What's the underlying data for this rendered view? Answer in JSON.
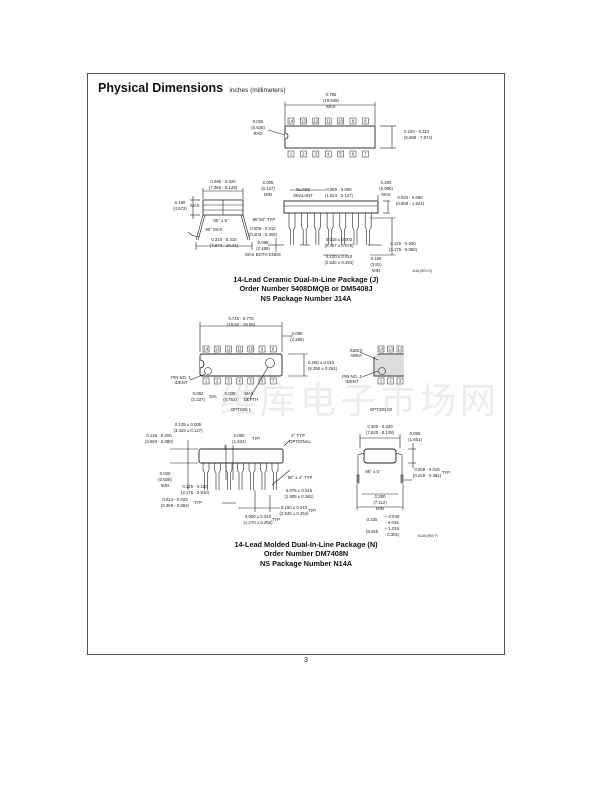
{
  "page": {
    "heading": "Physical Dimensions",
    "heading_units": "inches (millimeters)",
    "page_number": "3",
    "watermark": "维库电子市场网"
  },
  "package_j": {
    "caption_line1": "14-Lead Ceramic Dual-In-Line Package (J)",
    "caption_line2": "Order Number 5408DMQB or DM5408J",
    "caption_line3": "NS Package Number J14A",
    "drawing_id": "J14A (REV G)",
    "top_pins": [
      "14",
      "13",
      "12",
      "11",
      "10",
      "9",
      "8"
    ],
    "bottom_pins": [
      "1",
      "2",
      "3",
      "4",
      "5",
      "6",
      "7"
    ],
    "dims": {
      "length_in": "0.785",
      "length_mm": "(19.939)",
      "length_note": "MAX",
      "rad_in": "0.025",
      "rad_mm": "(0.635)",
      "rad_note": "RAD",
      "width_in": "0.220 - 0.310",
      "width_mm": "(5.588 - 7.874)",
      "row_spacing_in": "0.290 - 0.320",
      "row_spacing_mm": "(7.366 - 8.128)",
      "height_in": "0.180",
      "height_mm": "(4.572)",
      "height_note": "MAX",
      "angle1": "95° ± 5°",
      "angle2": "90° MAX",
      "lead_span_in": "0.310 - 0.410",
      "lead_span_mm": "(7.874 - 10.41)",
      "shoulder_in": "0.005",
      "shoulder_mm": "(0.127)",
      "shoulder_note": "MIN",
      "glass_note1": "GLASS",
      "glass_note2": "SEALANT",
      "pkg_w_in": "0.060 - 0.005",
      "pkg_w_mm": "(1.524 - 0.127)",
      "seat_in": "0.200",
      "seat_mm": "(5.080)",
      "seat_note": "MAX",
      "lead_thk_in": "0.020 - 0.060",
      "lead_thk_mm": "(0.508 - 1.524)",
      "angle3": "86°94° TYP",
      "lead_w_in": "0.008 - 0.012",
      "lead_w_mm": "(0.203 - 0.305)",
      "end_in": "0.098",
      "end_mm": "(2.489)",
      "end_note": "MAX BOTH ENDS",
      "lw_in": "0.018 ± 0.003",
      "lw_mm": "(0.457 ± 0.076)",
      "pitch_in": "0.100 ± 0.010",
      "pitch_mm": "(2.540 ± 0.254)",
      "lead_len_in": "0.125 - 0.200",
      "lead_len_mm": "(3.175 - 5.080)",
      "min_in": "0.150",
      "min_mm": "(3.81)",
      "min_note": "MIN"
    }
  },
  "package_n": {
    "caption_line1": "14-Lead Molded Dual-In-Line Package (N)",
    "caption_line2": "Order Number DM7408N",
    "caption_line3": "NS Package Number N14A",
    "drawing_id": "N14A (REV F)",
    "top_pins": [
      "14",
      "13",
      "12",
      "11",
      "10",
      "9",
      "8"
    ],
    "bottom_pins": [
      "1",
      "2",
      "3",
      "4",
      "5",
      "6",
      "7"
    ],
    "option2_top_pins": [
      "14",
      "13",
      "12"
    ],
    "option2_bottom_pins": [
      "1",
      "2",
      "3"
    ],
    "option1_label": "OPTION 1",
    "option2_label": "OPTION 02",
    "pin1_ident_line1": "PIN NO. 1",
    "pin1_ident_line2": "IDENT",
    "index_area_line1": "INDEX",
    "index_area_line2": "AREA",
    "dims": {
      "length_in": "0.740 - 0.770",
      "length_mm": "(18.80 - 19.56)",
      "end_in": "0.090",
      "end_mm": "(2.286)",
      "width_in": "0.250 ± 0.010",
      "width_mm": "(6.350 ± 0.254)",
      "dia_in": "0.092",
      "dia_mm": "(2.337)",
      "dia_note": "DIA",
      "depth_in": "0.030",
      "depth_mm": "(0.762)",
      "depth_note1": "MAX",
      "depth_note2": "DEPTH",
      "body_h_in": "0.135 ± 0.005",
      "body_h_mm": "(3.429 ± 0.127)",
      "total_h_in": "0.145 - 0.200",
      "total_h_mm": "(3.683 - 5.080)",
      "shoulder_in": "0.060",
      "shoulder_mm": "(1.524)",
      "shoulder_note": "TYP",
      "draft_angle": "4° TYP",
      "draft_note": "OPTIONAL",
      "standoff_in": "0.020",
      "standoff_mm": "(0.508)",
      "standoff_note": "MIN",
      "lead_len_in": "0.125 - 0.150",
      "lead_len_mm": "(3.175 - 3.810)",
      "lead_angle": "90° ± 4° TYP",
      "lead_w_in": "0.014 - 0.023",
      "lead_w_mm": "(0.356 - 0.584)",
      "lead_w_note": "TYP",
      "lead_s_in": "0.075 ± 0.015",
      "lead_s_mm": "(1.905 ± 0.381)",
      "pitch_in": "0.100 ± 0.010",
      "pitch_mm": "(2.540 ± 0.254)",
      "pitch_note": "TYP",
      "upper_w_in": "0.050 ± 0.010",
      "upper_w_mm": "(1.270 ± 0.254)",
      "upper_w_note": "TYP",
      "row_in": "0.300 - 0.320",
      "row_mm": "(7.620 - 8.128)",
      "top_h_in": "0.065",
      "top_h_mm": "(1.651)",
      "angle_side": "95° ± 5°",
      "thk_in": "0.009 - 0.015",
      "thk_mm": "(0.229 - 0.381)",
      "thk_note": "TYP",
      "inner_in": "0.280",
      "inner_mm": "(7.112)",
      "inner_note": "MIN",
      "span_in": "0.325",
      "span_plus": "+ 0.040",
      "span_minus": "- 0.015",
      "span_mm": "(8.255",
      "span_mm_plus": "+ 1.016",
      "span_mm_minus": "- 0.381)"
    }
  }
}
